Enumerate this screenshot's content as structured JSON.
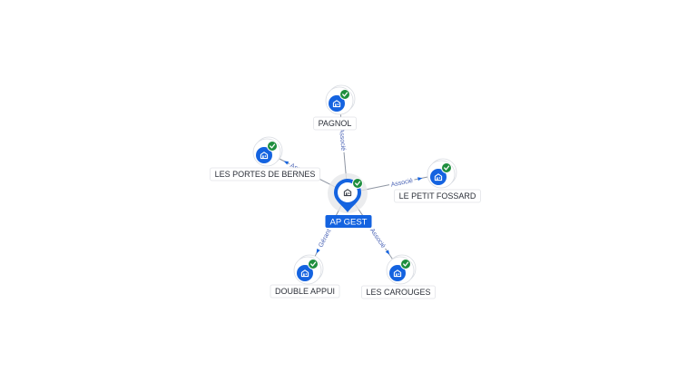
{
  "colors": {
    "accent": "#1463e0",
    "check": "#1e8e3e",
    "edge": "#8f96a3",
    "edge_label": "#4a63b5"
  },
  "center": {
    "label": "AP GEST",
    "icon": "building-icon",
    "status_icon": "check-badge-icon"
  },
  "nodes": [
    {
      "id": "pagnol",
      "label": "PAGNOL",
      "relation": "Associé",
      "icon": "building-icon",
      "status_icon": "check-badge-icon"
    },
    {
      "id": "portes",
      "label": "LES PORTES DE BERNES",
      "relation": "Associé",
      "icon": "building-icon",
      "status_icon": "check-badge-icon"
    },
    {
      "id": "fossard",
      "label": "LE PETIT FOSSARD",
      "relation": "Associé",
      "icon": "building-icon",
      "status_icon": "check-badge-icon"
    },
    {
      "id": "double",
      "label": "DOUBLE APPUI",
      "relation": "Gérant",
      "icon": "building-icon",
      "status_icon": "check-badge-icon"
    },
    {
      "id": "carouges",
      "label": "LES CAROUGES",
      "relation": "Associé",
      "icon": "building-icon",
      "status_icon": "check-badge-icon"
    }
  ]
}
